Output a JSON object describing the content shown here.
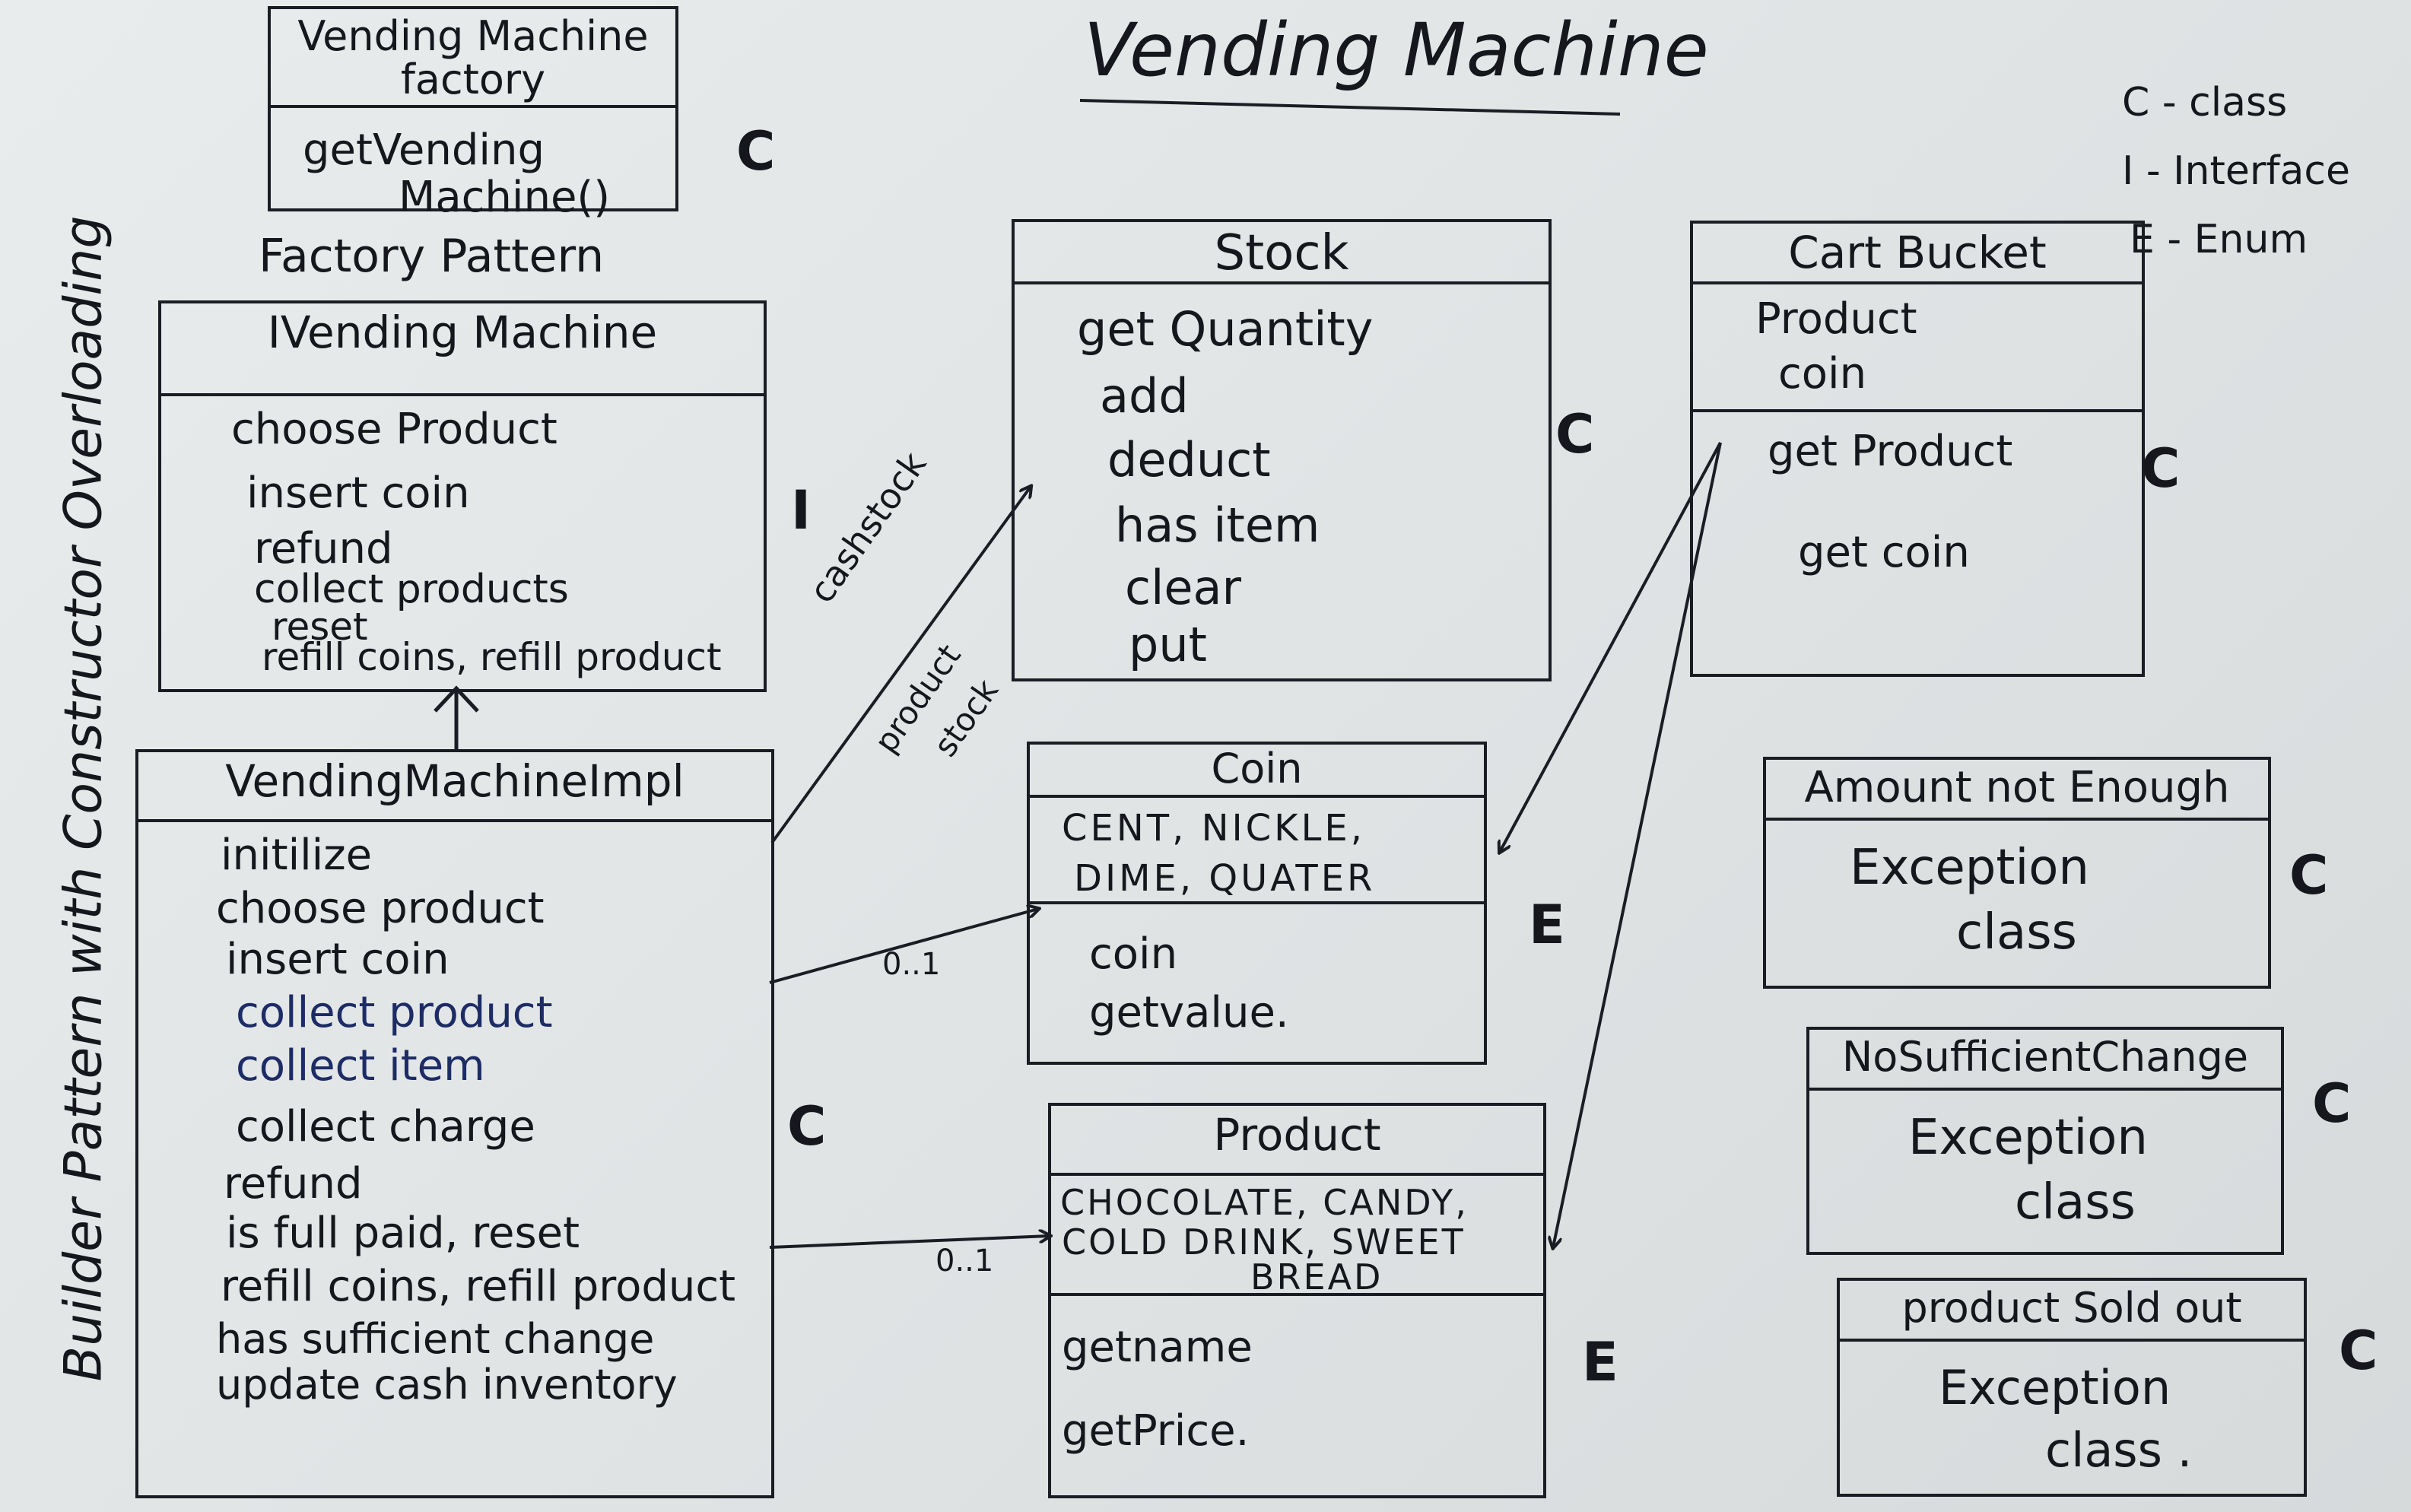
{
  "title": "Vending Machine",
  "legend": [
    "C - class",
    "I - Interface",
    "E - Enum"
  ],
  "side_note": "Builder Pattern with Constructor Overloading",
  "factory": {
    "name": "Vending Machine factory",
    "methods": [
      "getVending",
      "Machine()"
    ],
    "tag": "C",
    "caption": "Factory Pattern"
  },
  "ivending": {
    "name": "IVending Machine",
    "methods": [
      "choose Product",
      "insert coin",
      "refund",
      "collect products",
      "reset",
      "refill coins, refill product"
    ],
    "tag": "I"
  },
  "impl": {
    "name": "VendingMachineImpl",
    "methods": [
      "initilize",
      "choose product",
      "insert coin",
      "collect product",
      "collect item",
      "collect charge",
      "refund",
      "is full paid, reset",
      "refill coins, refill product",
      "has sufficient change",
      "update cash inventory"
    ],
    "tag": "C"
  },
  "stock": {
    "name": "Stock",
    "methods": [
      "get Quantity",
      "add",
      "deduct",
      "has item",
      "clear",
      "put"
    ],
    "tag": "C"
  },
  "cart": {
    "name": "Cart Bucket",
    "fields": [
      "Product",
      "coin"
    ],
    "methods": [
      "get Product",
      "get coin"
    ],
    "tag": "C"
  },
  "coin": {
    "name": "Coin",
    "values": [
      "CENT, NICKLE,",
      "DIME, QUATER"
    ],
    "methods": [
      "coin",
      "getvalue."
    ],
    "tag": "E"
  },
  "product": {
    "name": "Product",
    "values": [
      "CHOCOLATE, CANDY,",
      "COLD DRINK, SWEET",
      "BREAD"
    ],
    "methods": [
      "getname",
      "getPrice."
    ],
    "tag": "E"
  },
  "exceptions": [
    {
      "name": "Amount not Enough",
      "lines": [
        "Exception",
        "class"
      ],
      "tag": "C"
    },
    {
      "name": "NoSufficientChange",
      "lines": [
        "Exception",
        "class"
      ],
      "tag": "C"
    },
    {
      "name": "product Sold out",
      "lines": [
        "Exception",
        "class ."
      ],
      "tag": "C"
    }
  ],
  "labels": {
    "cash_stock": "cashstock",
    "product_stock_1": "product",
    "product_stock_2": "stock",
    "mult_coin": "0..1",
    "mult_product": "0..1"
  }
}
